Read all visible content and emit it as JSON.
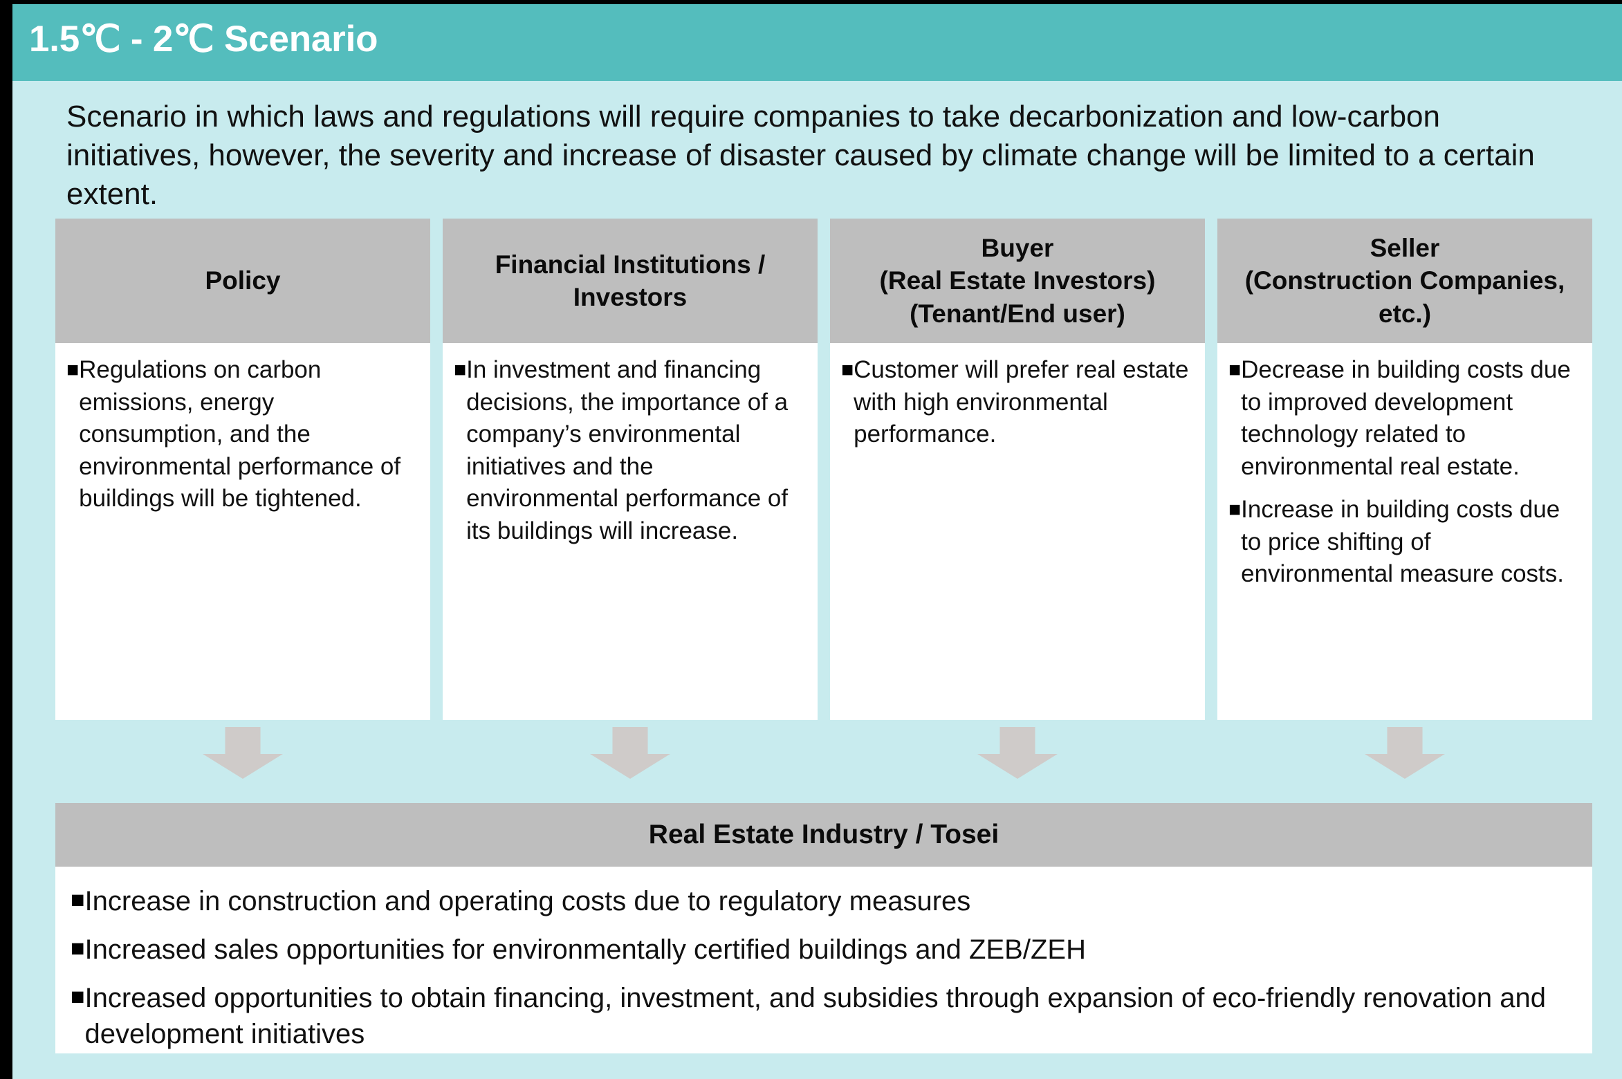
{
  "header": {
    "title": "1.5℃ - 2℃ Scenario",
    "band_color": "#54bdbd",
    "title_color": "#ffffff"
  },
  "intro": {
    "text": "Scenario in which laws and regulations will require companies to take decarbonization  and low-carbon initiatives, however, the severity and increase of disaster caused by climate change will be limited to a certain extent."
  },
  "bullet_glyph": "■",
  "background_color": "#c8ebee",
  "panel_header_color": "#bebebe",
  "panel_body_color": "#ffffff",
  "arrow_color": "#cfcbc9",
  "columns": [
    {
      "header": "Policy",
      "bullets": [
        "Regulations on carbon emissions, energy consumption, and the environmental performance of buildings will be tightened."
      ]
    },
    {
      "header": "Financial Institutions / Investors",
      "bullets": [
        "In investment and financing decisions, the importance of a company’s environmental initiatives and the environmental performance of its buildings will increase."
      ]
    },
    {
      "header": "Buyer\n(Real Estate Investors)\n(Tenant/End user)",
      "bullets": [
        "Customer will prefer real estate with high environmental performance."
      ]
    },
    {
      "header": "Seller\n(Construction Companies, etc.)",
      "bullets": [
        "Decrease in building costs due to improved development technology related to environmental real estate.",
        "Increase in building costs due to price shifting of environmental measure costs."
      ]
    }
  ],
  "bottom": {
    "header": "Real Estate Industry / Tosei",
    "bullets": [
      "Increase in construction and operating costs due to regulatory measures",
      "Increased sales opportunities for environmentally certified buildings and ZEB/ZEH",
      "Increased opportunities to obtain financing, investment, and subsidies through expansion of eco-friendly renovation and development initiatives"
    ]
  }
}
